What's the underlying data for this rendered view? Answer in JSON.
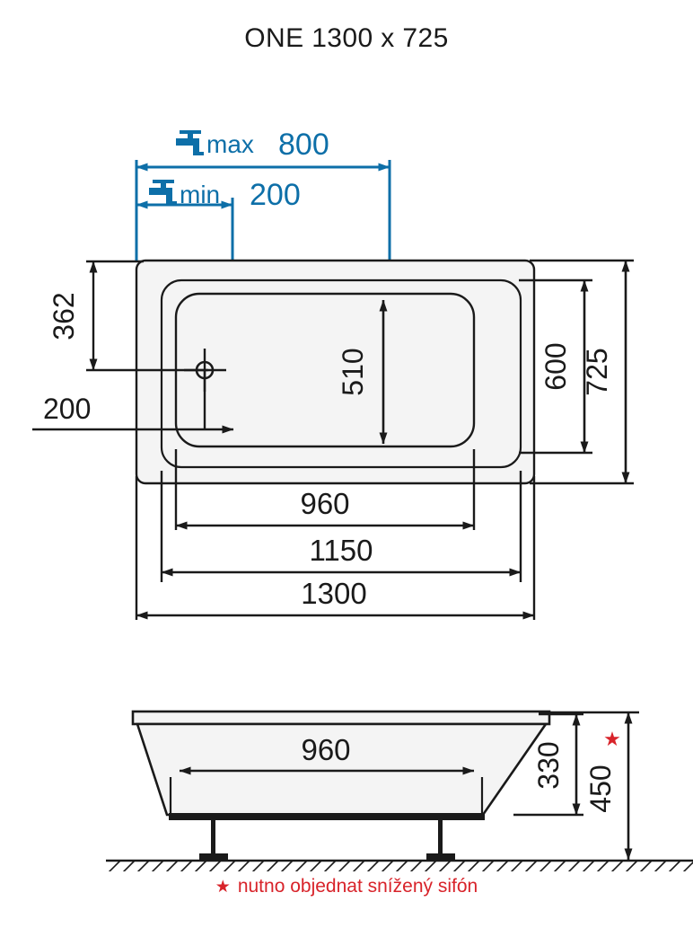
{
  "title": "ONE 1300 x 725",
  "colors": {
    "line": "#1a1a1a",
    "blue": "#0d6fa8",
    "red": "#d8232a",
    "fill": "#f4f4f4"
  },
  "plan": {
    "faucet_icon": "faucet-icon",
    "max_label": "max",
    "max_value": "800",
    "min_label": "min",
    "min_value": "200",
    "dim_362": "362",
    "dim_200": "200",
    "dim_510": "510",
    "dim_600": "600",
    "dim_725": "725",
    "dim_960": "960",
    "dim_1150": "1150",
    "dim_1300": "1300"
  },
  "elevation": {
    "dim_960": "960",
    "dim_330": "330",
    "dim_450": "450",
    "star": "★"
  },
  "footnote": {
    "star": "★",
    "text": "nutno objednat snížený sifón"
  }
}
